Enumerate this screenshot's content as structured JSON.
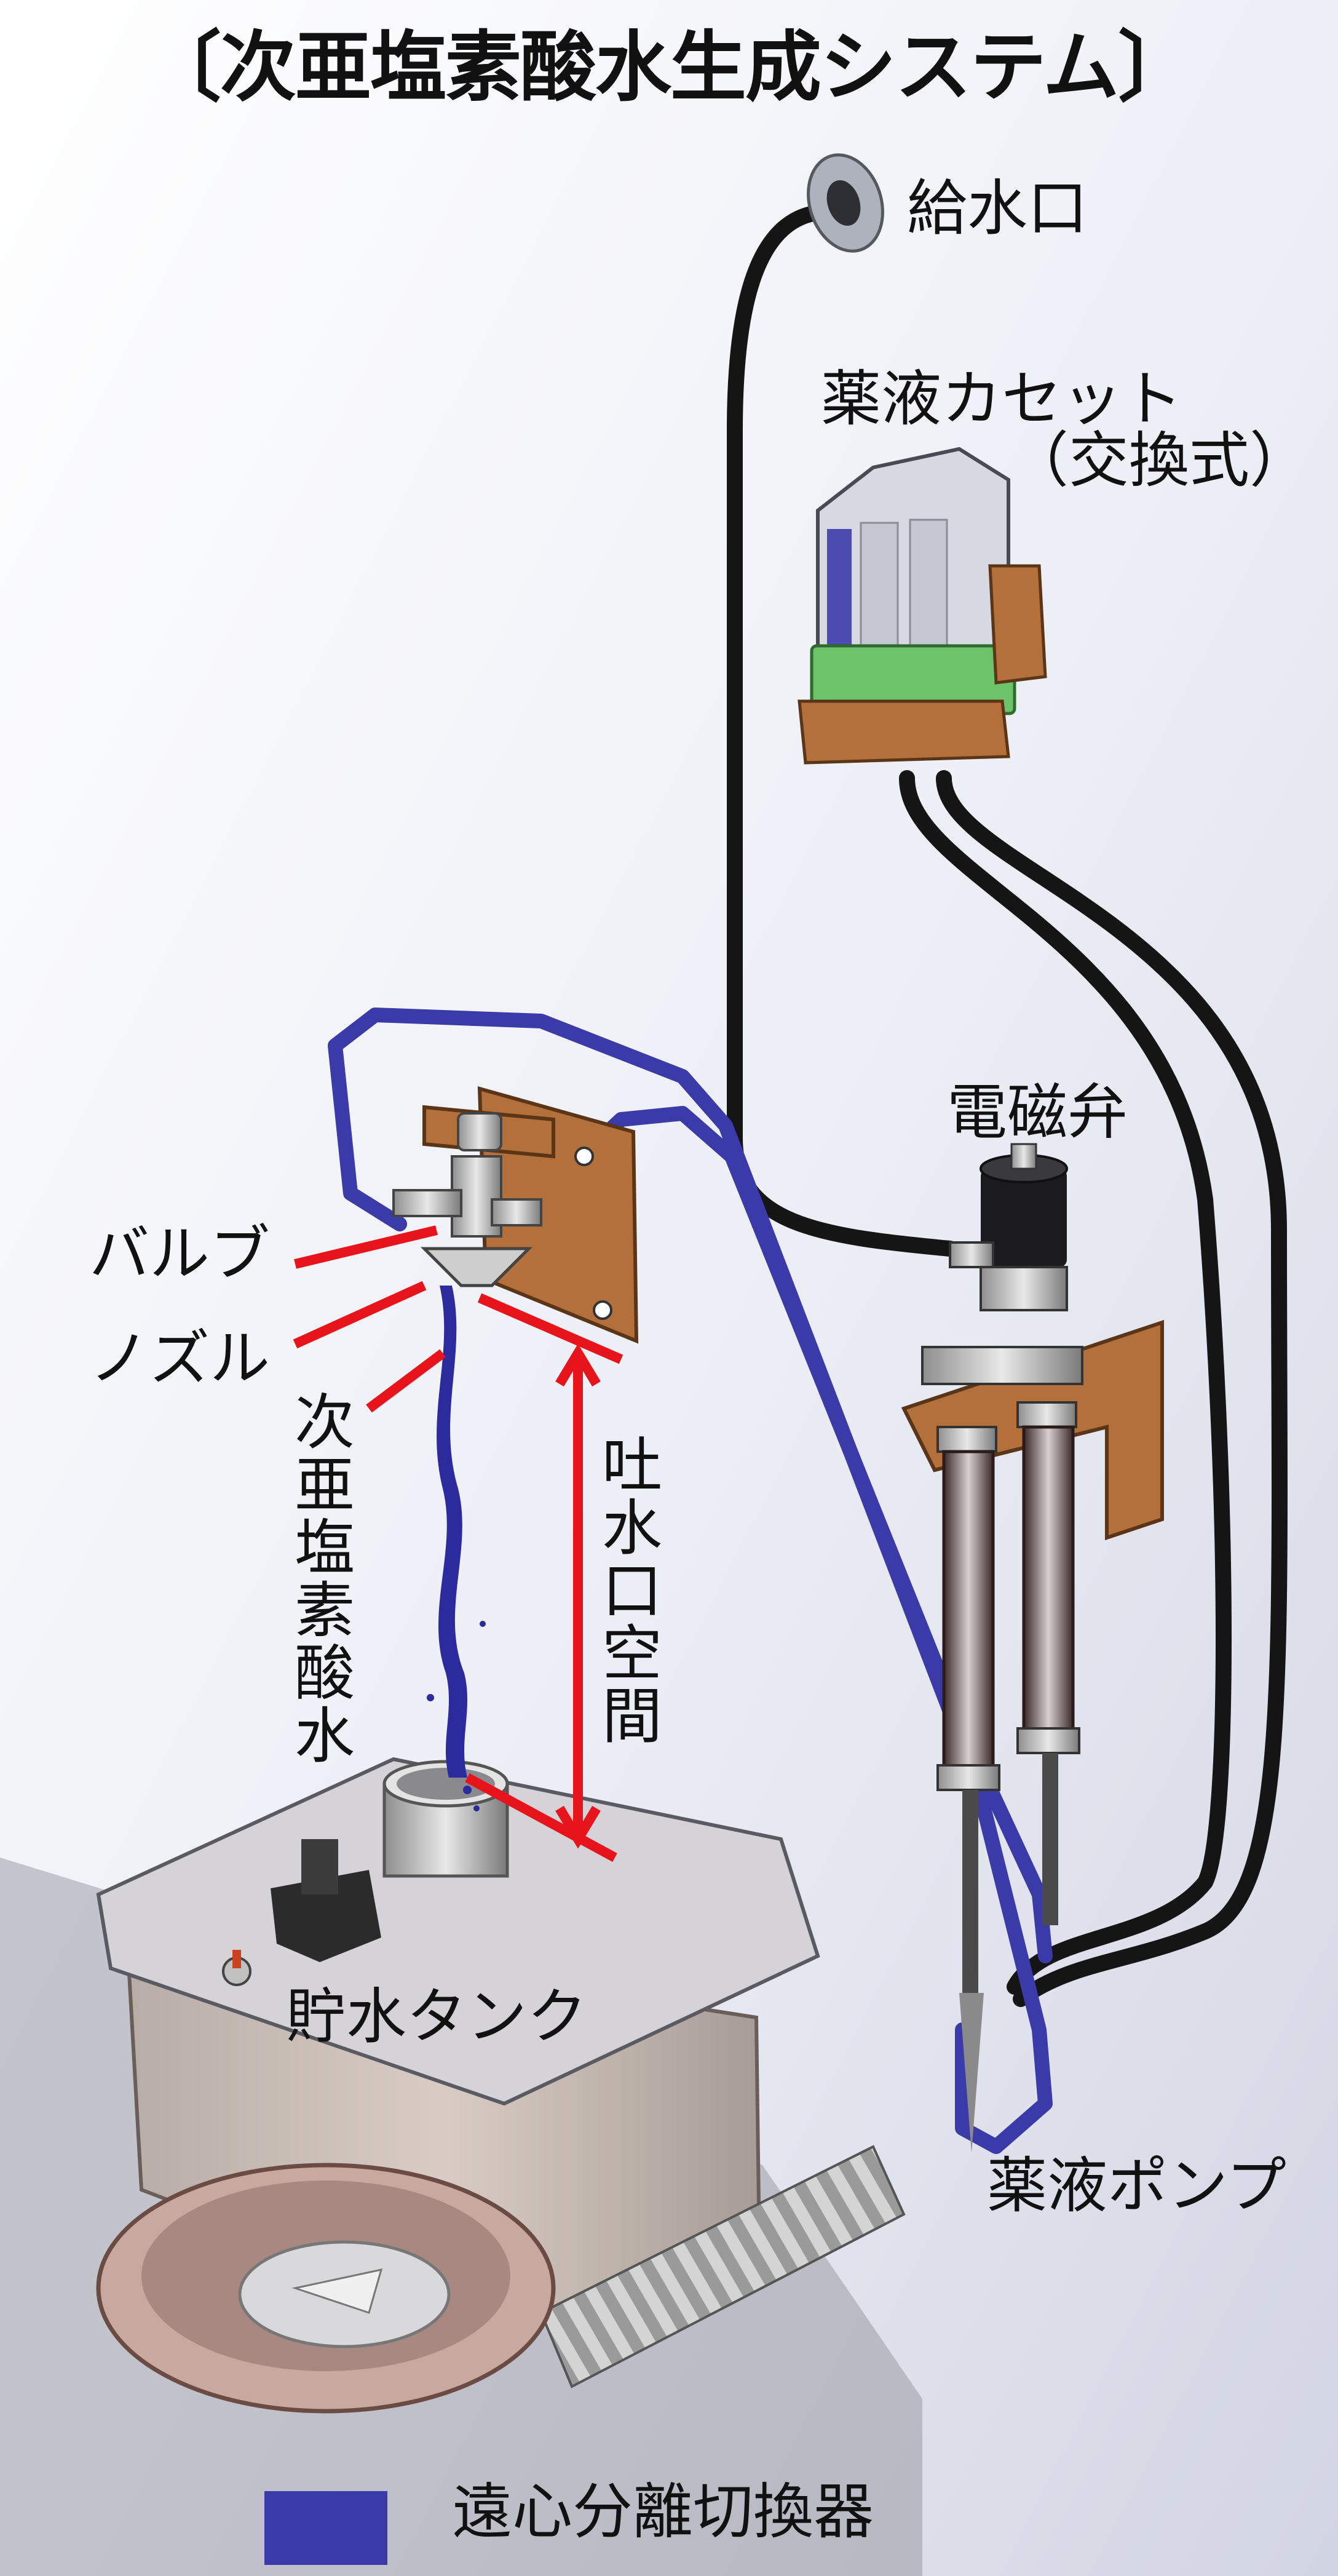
{
  "title": "〔次亜塩素酸水生成システム〕",
  "labels": {
    "water_inlet": "給水口",
    "cassette_line1": "薬液カセット",
    "cassette_line2": "（交換式）",
    "solenoid_valve": "電磁弁",
    "valve": "バルブ",
    "nozzle": "ノズル",
    "hypochlorous_water": "次亜塩素酸水",
    "outlet_space": "吐水口空間",
    "storage_tank": "貯水タンク",
    "chemical_pump": "薬液ポンプ",
    "centrifugal_switch": "遠心分離切換器"
  },
  "colors": {
    "annotation": "#e8141c",
    "tube_blue": "#3a3aa8",
    "tube_black": "#151515",
    "bracket": "#b4703a",
    "cassette_band": "#6cc36a",
    "water_stream": "#2b2b9e"
  }
}
